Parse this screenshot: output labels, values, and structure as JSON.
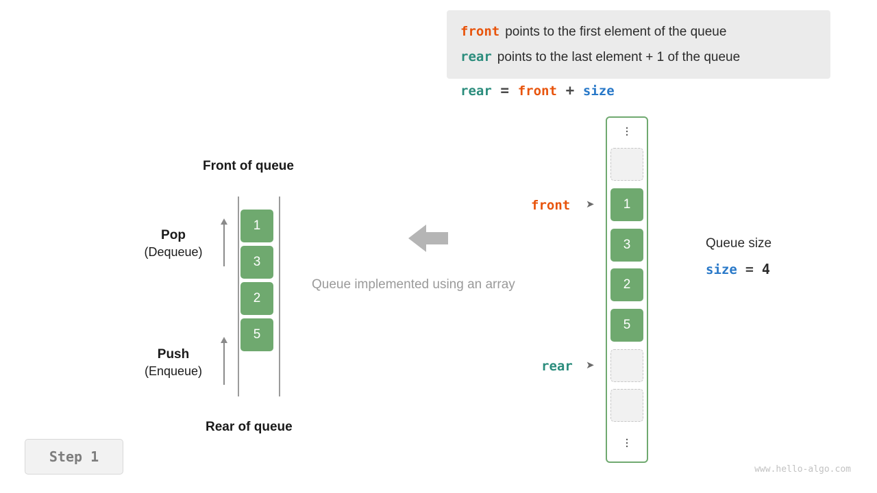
{
  "legend": {
    "line1": {
      "keyword": "front",
      "text": "points to the first element of the queue"
    },
    "line2": {
      "keyword": "rear",
      "text": "points to the last element + 1 of the queue"
    }
  },
  "formula": {
    "rear": "rear",
    "eq": "=",
    "front": "front",
    "plus": "+",
    "size": "size"
  },
  "left_diagram": {
    "front_label": "Front of queue",
    "rear_label": "Rear of queue",
    "pop": {
      "title": "Pop",
      "subtitle": "(Dequeue)"
    },
    "push": {
      "title": "Push",
      "subtitle": "(Enqueue)"
    },
    "cells": [
      "1",
      "3",
      "2",
      "5"
    ]
  },
  "caption": "Queue implemented using an array",
  "array": {
    "top_dots": "⋮",
    "bottom_dots": "⋮",
    "slots": [
      {
        "value": "",
        "state": "empty"
      },
      {
        "value": "1",
        "state": "filled"
      },
      {
        "value": "3",
        "state": "filled"
      },
      {
        "value": "2",
        "state": "filled"
      },
      {
        "value": "5",
        "state": "filled"
      },
      {
        "value": "",
        "state": "empty"
      },
      {
        "value": "",
        "state": "empty"
      }
    ],
    "front_pointer": "front",
    "rear_pointer": "rear",
    "pointer_arrow": "➤"
  },
  "size_info": {
    "label": "Queue size",
    "name": "size",
    "eq": "=",
    "value": "4"
  },
  "step_badge": "Step 1",
  "watermark": "www.hello-algo.com",
  "colors": {
    "front": "#e8540c",
    "rear": "#2a8c7c",
    "size": "#2878c8",
    "cell_fill": "#6fa96f",
    "frame": "#6fa96f",
    "muted": "#9a9a9a"
  }
}
